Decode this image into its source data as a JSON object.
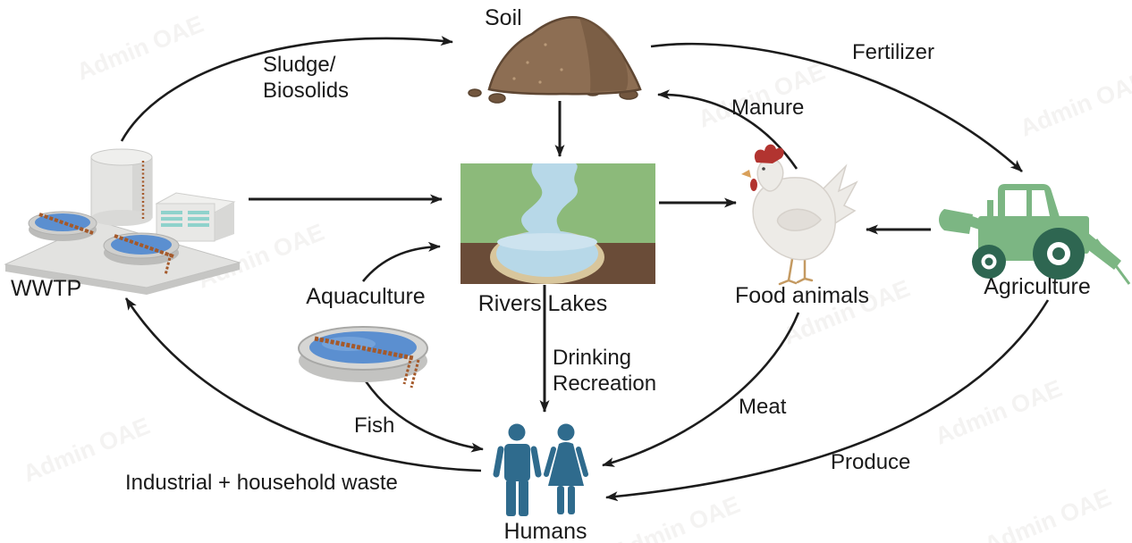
{
  "diagram": {
    "type": "flow-diagram",
    "description": "Transmission cycle between wastewater, soil, water, food animals, agriculture, aquaculture and humans",
    "watermark": {
      "text": "Admin OAE"
    },
    "colors": {
      "arrow": "#1c1c1c",
      "text": "#1a1a1a",
      "human_blue": "#2f6b8d",
      "tractor_green": "#7cb683",
      "tractor_dark_green": "#2e6651",
      "soil_brown": "#8d6e53",
      "soil_brown_dark": "#72563e",
      "field_green": "#8cba7a",
      "earth_brown": "#6a4c38",
      "river_blue": "#b7d8e8",
      "sand": "#d8c69c",
      "tank_water_blue": "#5b8fd0",
      "rust": "#a4592a",
      "comb_red": "#b23430",
      "chicken_white": "#edebe7",
      "beak_tan": "#d9a05a",
      "window_teal": "#8fd2cc",
      "watermark_gray": "#8a8178"
    },
    "nodes": {
      "soil": {
        "label": "Soil"
      },
      "wwtp": {
        "label": "WWTP"
      },
      "rivers_lakes": {
        "label": "Rivers Lakes"
      },
      "food_animals": {
        "label": "Food animals"
      },
      "agriculture": {
        "label": "Agriculture"
      },
      "aquaculture": {
        "label": "Aquaculture"
      },
      "humans": {
        "label": "Humans"
      }
    },
    "edges": {
      "sludge_biosolids": {
        "from": "wwtp",
        "to": "soil",
        "label_lines": [
          "Sludge/",
          "Biosolids"
        ]
      },
      "fertilizer": {
        "from": "soil",
        "to": "agriculture",
        "label": "Fertilizer"
      },
      "manure": {
        "from": "food_animals",
        "to": "soil",
        "label": "Manure"
      },
      "soil_runoff": {
        "from": "soil",
        "to": "rivers_lakes",
        "label": ""
      },
      "wwtp_effluent": {
        "from": "wwtp",
        "to": "rivers_lakes",
        "label": ""
      },
      "water_to_animals": {
        "from": "rivers_lakes",
        "to": "food_animals",
        "label": ""
      },
      "agriculture_to_animals": {
        "from": "agriculture",
        "to": "food_animals",
        "label": ""
      },
      "aquaculture_to_water": {
        "from": "aquaculture",
        "to": "rivers_lakes",
        "label": ""
      },
      "drinking_recreation": {
        "from": "rivers_lakes",
        "to": "humans",
        "label_lines": [
          "Drinking",
          "Recreation"
        ]
      },
      "meat": {
        "from": "food_animals",
        "to": "humans",
        "label": "Meat"
      },
      "fish": {
        "from": "aquaculture",
        "to": "humans",
        "label": "Fish"
      },
      "industrial_household_waste": {
        "from": "humans",
        "to": "wwtp",
        "label": "Industrial + household waste"
      },
      "produce": {
        "from": "agriculture",
        "to": "humans",
        "label": "Produce"
      }
    }
  }
}
